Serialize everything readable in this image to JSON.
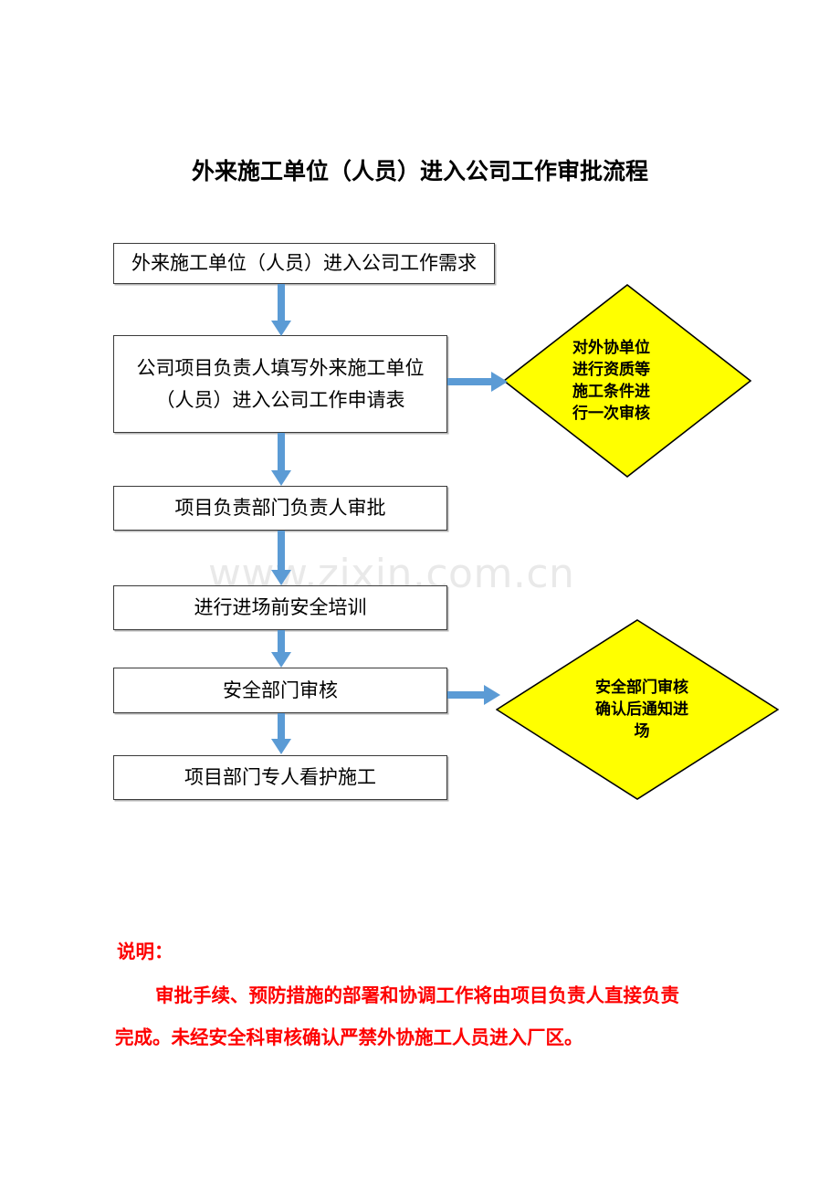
{
  "page": {
    "title": "外来施工单位（人员）进入公司工作审批流程",
    "watermark": "www.zixin.com.cn",
    "background_color": "#ffffff"
  },
  "colors": {
    "arrow_blue": "#5B9BD5",
    "diamond_yellow": "#FFFF00",
    "diamond_border": "#000000",
    "box_border": "#3a3a3a",
    "note_red": "#fe0000",
    "watermark_gray": "#e9e9e9"
  },
  "flow": {
    "boxes": [
      {
        "id": "requirement",
        "lines": [
          "外来施工单位（人员）进入公司工作需求"
        ]
      },
      {
        "id": "application-form",
        "lines": [
          "公司项目负责人填写外来施工单位",
          "（人员）进入公司工作申请表"
        ]
      },
      {
        "id": "department-head-approval",
        "lines": [
          "项目负责部门负责人审批"
        ]
      },
      {
        "id": "pre-entry-safety-training",
        "lines": [
          "进行进场前安全培训"
        ]
      },
      {
        "id": "safety-department-review",
        "lines": [
          "安全部门审核"
        ]
      },
      {
        "id": "onsite-supervision",
        "lines": [
          "项目部门专人看护施工"
        ]
      }
    ],
    "diamonds": [
      {
        "id": "qualification-review",
        "lines": [
          "对外协单位",
          "进行资质等",
          "施工条件进",
          "行一次审核"
        ]
      },
      {
        "id": "entry-notification",
        "lines": [
          "安全部门审核",
          "确认后通知进",
          "场"
        ]
      }
    ],
    "connectors": [
      {
        "id": "requirement-to-application",
        "direction": "down"
      },
      {
        "id": "application-to-department-head",
        "direction": "down"
      },
      {
        "id": "department-head-to-training",
        "direction": "down"
      },
      {
        "id": "training-to-safety-review",
        "direction": "down"
      },
      {
        "id": "safety-review-to-supervision",
        "direction": "down"
      },
      {
        "id": "application-to-qualification-review",
        "direction": "right"
      },
      {
        "id": "safety-review-to-entry-notification",
        "direction": "right"
      }
    ]
  },
  "note": {
    "heading": "说明：",
    "line1": "审批手续、预防措施的部署和协调工作将由项目负责人直接负责",
    "line2": "完成。未经安全科审核确认严禁外协施工人员进入厂区。"
  }
}
